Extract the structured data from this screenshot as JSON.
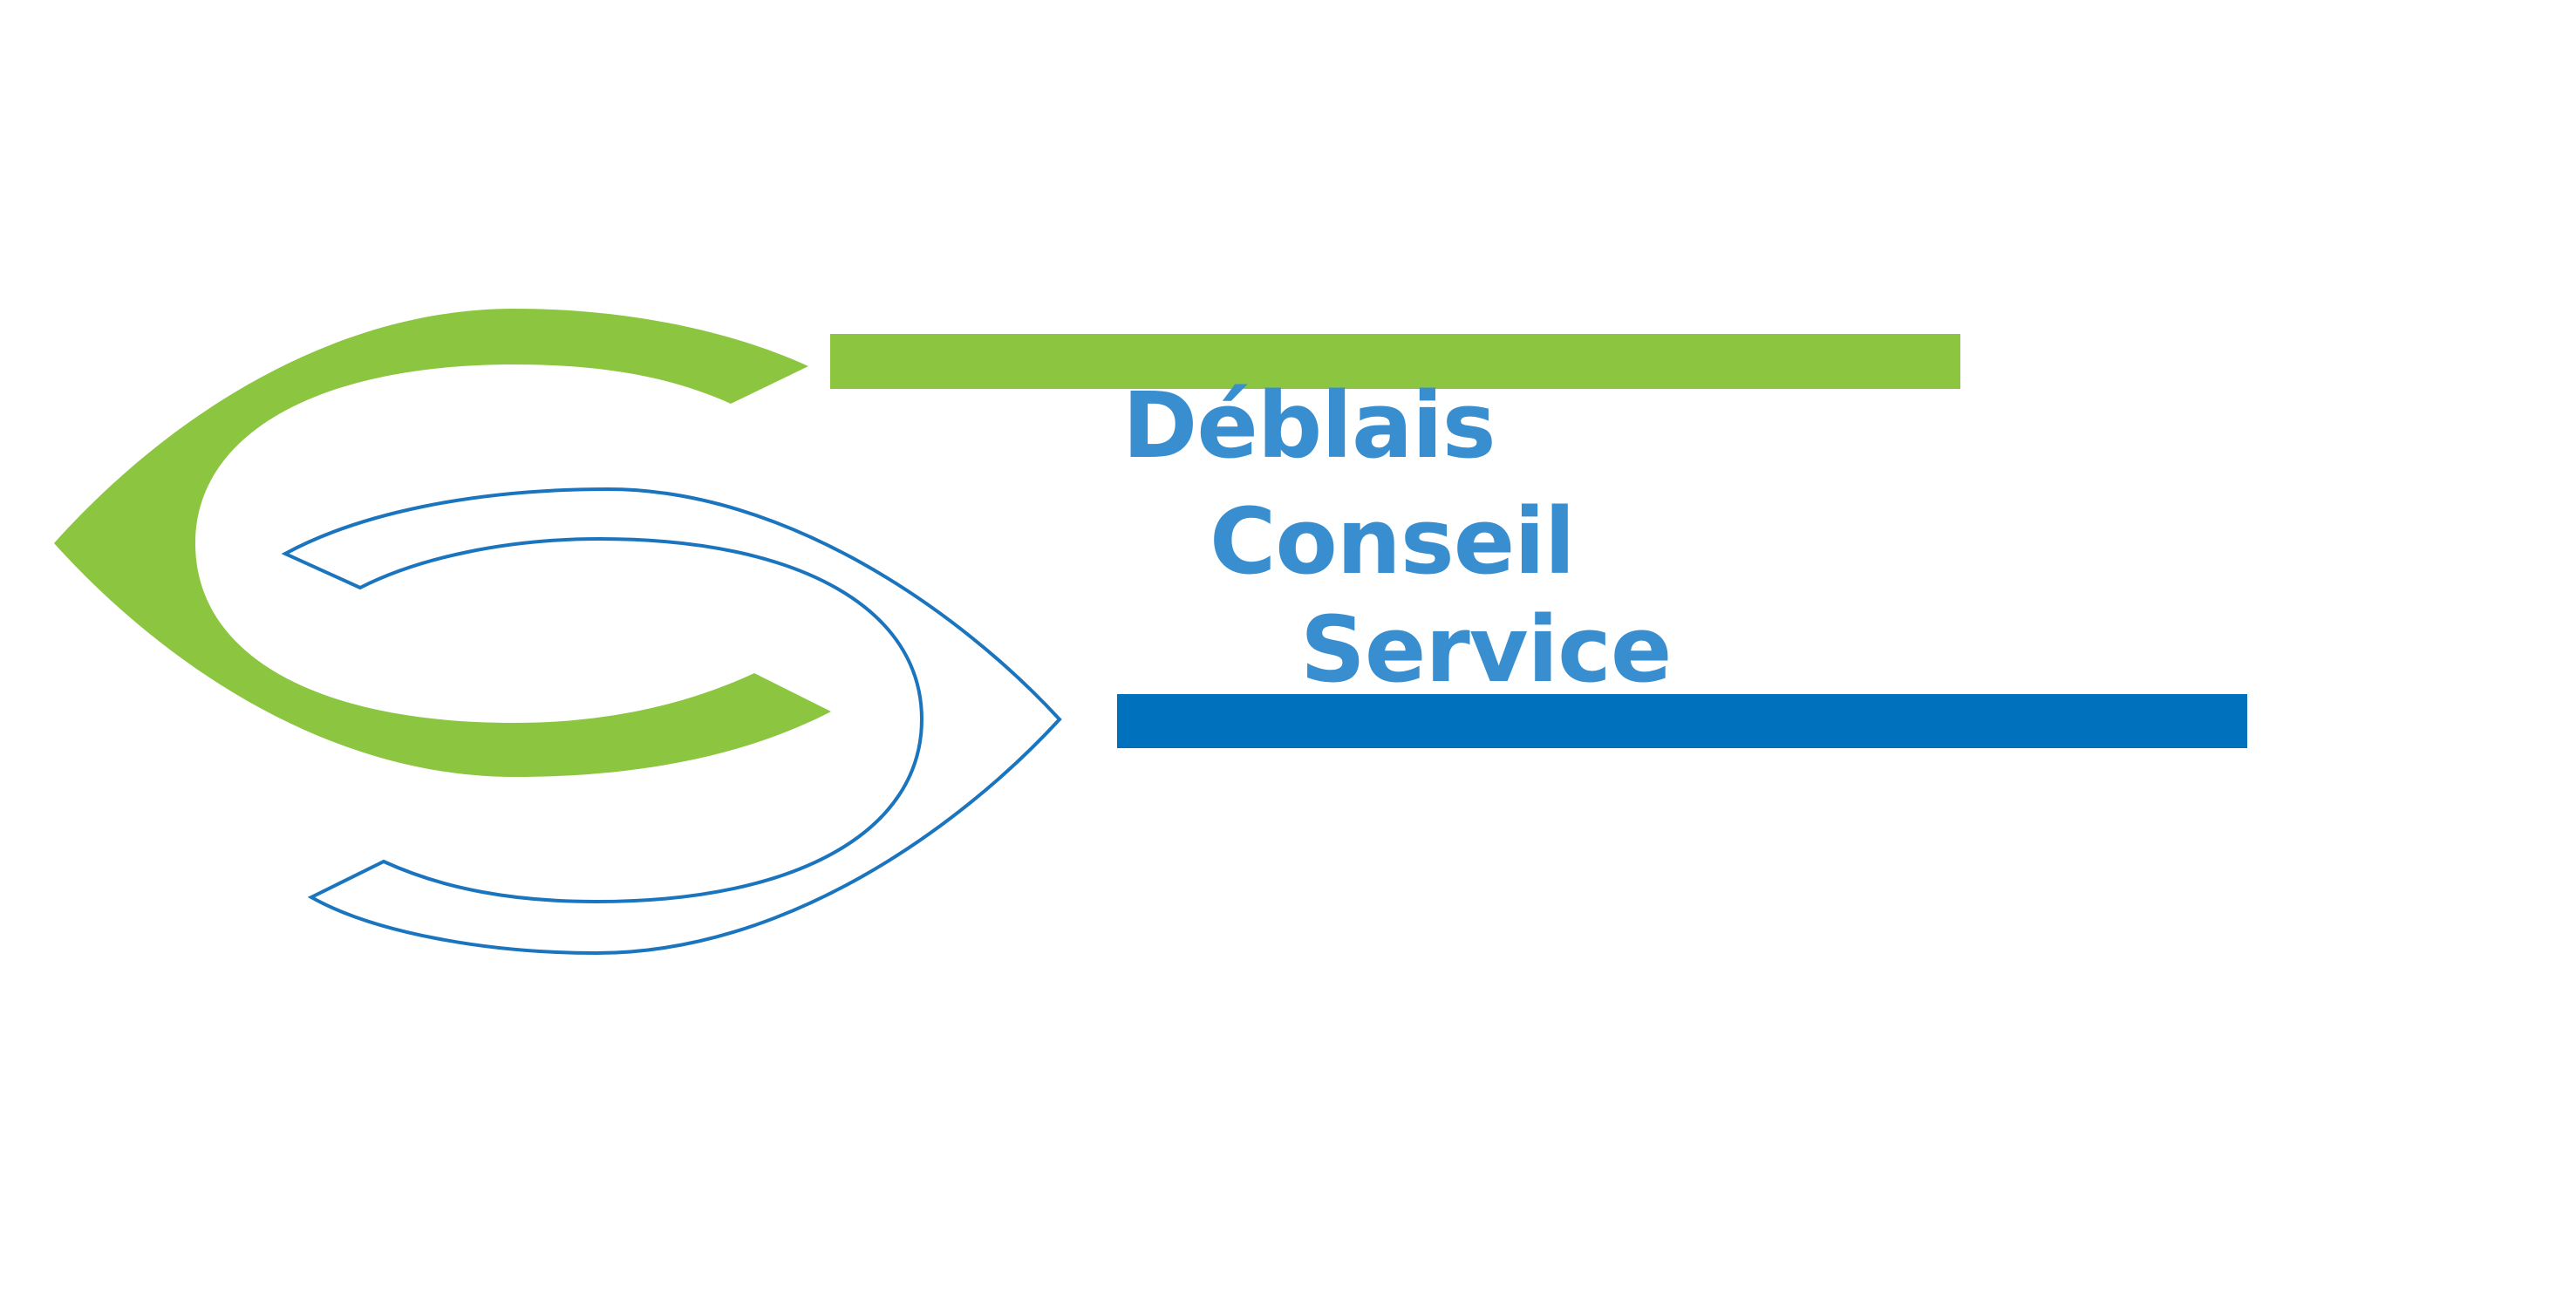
{
  "logo": {
    "name_lines": [
      "Déblais",
      "Conseil",
      "Service"
    ],
    "colors": {
      "green": "#8cc540",
      "blue_bar": "#0071bc",
      "blue_text": "#388ecf",
      "blue_outline": "#1a75be",
      "background": "#ffffff"
    }
  }
}
